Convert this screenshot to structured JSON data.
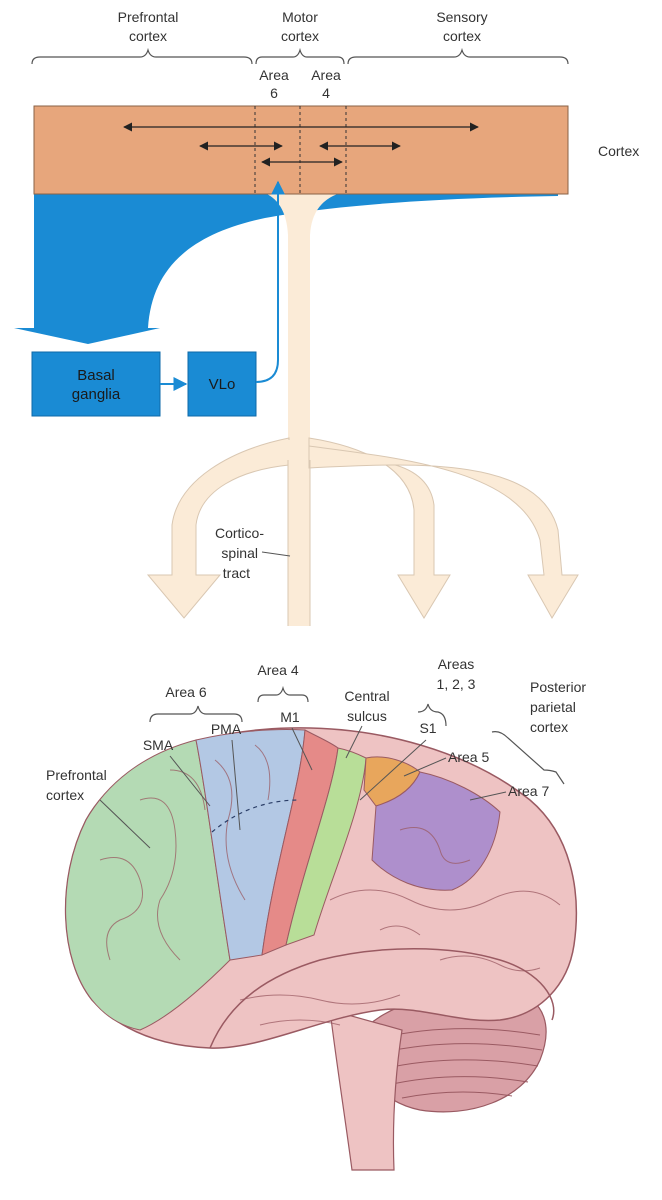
{
  "top_diagram": {
    "headers": {
      "prefrontal": [
        "Prefrontal",
        "cortex"
      ],
      "motor": [
        "Motor",
        "cortex"
      ],
      "sensory": [
        "Sensory",
        "cortex"
      ]
    },
    "area6": [
      "Area",
      "6"
    ],
    "area4": [
      "Area",
      "4"
    ],
    "cortex_label": "Cortex",
    "basal_ganglia": [
      "Basal",
      "ganglia"
    ],
    "vlo": "VLo",
    "corticospinal": [
      "Cortico-",
      "spinal",
      "tract"
    ]
  },
  "brain": {
    "area6": "Area 6",
    "area4": "Area 4",
    "areas123": [
      "Areas",
      "1, 2, 3"
    ],
    "central_sulcus": [
      "Central",
      "sulcus"
    ],
    "posterior_parietal": [
      "Posterior",
      "parietal",
      "cortex"
    ],
    "sma": "SMA",
    "pma": "PMA",
    "m1": "M1",
    "s1": "S1",
    "area5": "Area 5",
    "area7": "Area 7",
    "prefrontal": [
      "Prefrontal",
      "cortex"
    ]
  },
  "colors": {
    "cortex_band": "#E7A67C",
    "basal_ganglia_path": "#1A8BD4",
    "box_border": "#0E6AA8",
    "spinal_tract": "#FBEBD7",
    "prefrontal_region": "#B4DAB4",
    "premotor_region": "#B3C8E4",
    "m1_region": "#E58A88",
    "s1_region": "#B8DE98",
    "area5_region": "#E8A65C",
    "area7_region": "#AE8FCC",
    "other_cortex": "#EEC3C3"
  }
}
